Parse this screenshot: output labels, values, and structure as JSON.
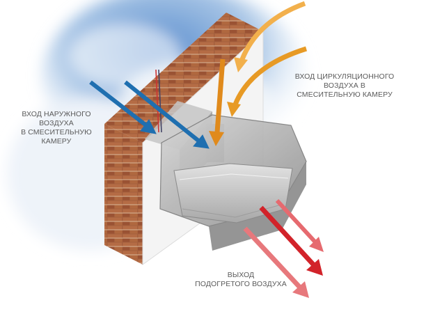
{
  "labels": {
    "outside_air": [
      "ВХОД НАРУЖНОГО",
      "ВОЗДУХА",
      "В СМЕСИТЕЛЬНУЮ",
      "КАМЕРУ"
    ],
    "recirculated_air": [
      "ВХОД ЦИРКУЛЯЦИОННОГО",
      "ВОЗДУХА В",
      "СМЕСИТЕЛЬНУЮ КАМЕРУ"
    ],
    "heated_air_output": [
      "ВЫХОД",
      "ПОДОГРЕТОГО ВОЗДУХА"
    ]
  },
  "colors": {
    "outside_air_arrow": "#1f6fb0",
    "recirculated_air_arrow": "#e8a22a",
    "heated_air_arrow": "#d2232a",
    "brick": "#a0593a",
    "unit": "#b9b9b9"
  }
}
